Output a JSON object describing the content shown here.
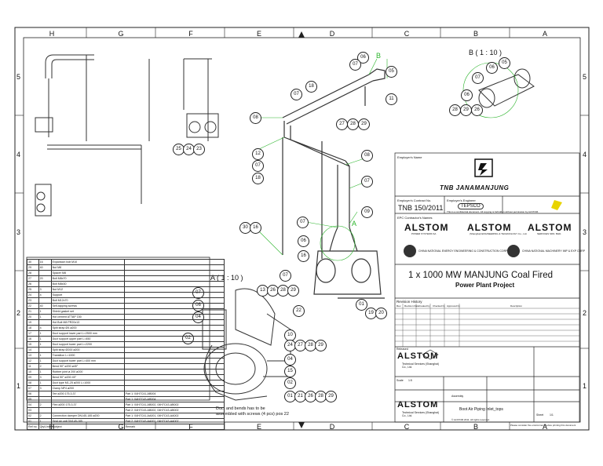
{
  "columns_top": [
    "H",
    "G",
    "F",
    "E",
    "D",
    "C",
    "B",
    "A"
  ],
  "columns_bottom": [
    "H",
    "G",
    "F",
    "E",
    "D",
    "C",
    "B",
    "A"
  ],
  "rows": [
    "5",
    "4",
    "3",
    "2",
    "1"
  ],
  "views": {
    "detail_b": "B ( 1 : 10 )",
    "detail_a": "A ( 1 : 10 )",
    "marker_b": "B",
    "marker_a": "A"
  },
  "callouts": {
    "main": [
      "06",
      "07",
      "05",
      "18",
      "07",
      "11",
      "27",
      "28",
      "29",
      "25",
      "24",
      "23",
      "08",
      "12",
      "07",
      "18",
      "08",
      "07",
      "09",
      "30",
      "16",
      "07",
      "06",
      "16",
      "01",
      "19",
      "20"
    ],
    "detail_b": [
      "06",
      "05",
      "07",
      "06",
      "28",
      "29",
      "26"
    ],
    "detail_a": [
      "07",
      "13",
      "26",
      "28",
      "29",
      "07",
      "06",
      "04",
      "22",
      "02",
      "10",
      "24",
      "27",
      "28",
      "29",
      "04",
      "15",
      "02",
      "01",
      "21",
      "26",
      "28",
      "29"
    ]
  },
  "note": [
    "Duct and bends has to be",
    "assembled with screws (4 pcs) pos 22"
  ],
  "bom": {
    "rows": [
      [
        "30",
        "16",
        "Expansion bolt M10",
        ""
      ],
      [
        "29",
        "40",
        "Nut M8",
        ""
      ],
      [
        "28",
        "",
        "Spacer M8",
        ""
      ],
      [
        "27",
        "20",
        "Bolt M8x70",
        ""
      ],
      [
        "26",
        "",
        "Bolt M8x30",
        ""
      ],
      [
        "25",
        "3",
        "Nut M12",
        ""
      ],
      [
        "24",
        "4",
        "Support",
        ""
      ],
      [
        "23",
        "",
        "Bolt M12x70",
        ""
      ],
      [
        "22",
        "40",
        "Self-tapping screws",
        ""
      ],
      [
        "21",
        "1",
        "Shield gasket set",
        ""
      ],
      [
        "20",
        "1",
        "Hot cement ATTAP 150",
        ""
      ],
      [
        "19",
        "",
        "Hot Bolt M8 PR20x13",
        ""
      ],
      [
        "18",
        "4",
        "Split strap Ø4 ø200",
        ""
      ],
      [
        "17",
        "1",
        "Duct support lower part L=2500 mm",
        ""
      ],
      [
        "16",
        "1",
        "Duct support upper part L=450",
        ""
      ],
      [
        "15",
        "1",
        "Duct support tower part L=2200",
        ""
      ],
      [
        "14",
        "",
        "Split strap Ø200 ø200",
        ""
      ],
      [
        "13",
        "1",
        "Transition L=1000",
        ""
      ],
      [
        "12",
        "1",
        "Duct support tower part L=400 mm",
        ""
      ],
      [
        "11",
        "2",
        "Bend 90° ø200 ø45°",
        ""
      ],
      [
        "10",
        "1",
        "Rubber joint ø 200 ø200",
        ""
      ],
      [
        "09",
        "3",
        "Bend 90° ø200 45°",
        ""
      ],
      [
        "08",
        "1",
        "Duct type M1-25 ø200 L=1000",
        ""
      ],
      [
        "07",
        "3",
        "Clamp NP4 ø200",
        ""
      ],
      [
        "06",
        "",
        "Tee ø200 175.3.37",
        "Part 1: 04H7C41-AB004"
      ],
      [
        "05",
        "",
        "",
        "Part 1: 04H7C43-AB004"
      ],
      [
        "04",
        "2",
        "Flex ø200 175.3.37",
        "Part 1: 04H7C41-AB002, 04H7C43-AB002"
      ],
      [
        "03",
        "",
        "",
        "Part 2: 04H7C43-AB002, 04H7C43-AB002"
      ],
      [
        "02",
        "2",
        "Connection damper DN145-185 ø200",
        "Part 1: 04H7C41-AA001, 04H7C43-AA002"
      ],
      [
        "01",
        "1",
        "Seal air unit DN145-185",
        "Part 2: 04H7C43-AA001, 04H7C43-AA002"
      ]
    ],
    "footer": [
      "Ref no.",
      "Qty/Unit",
      "Subject",
      "Remark"
    ]
  },
  "title_block": {
    "employer_label": "Employer's Name",
    "client_logo_text": "TNB JANAMANJUNG",
    "contract_label": "Employer's Contract No.",
    "contract_no": "TNB 150/2011",
    "engineer_label": "Employer's Engineer",
    "engineer_logo": "TEPSCO",
    "disclaimer": "This is a confidential document. All copying is forbidden without permission by ALSTOM.",
    "epc_label": "EPC Contractor's Names",
    "alstom": "ALSTOM",
    "alstom_sub1": "POWER SYSTEMS SA",
    "alstom_sub2": "(Shanghai) ENGINEERING & TECHNOLOGY Co., Ltd.",
    "alstom_sub3": "SERVICES SDN. BHD.",
    "partner1": "CHINA NATIONAL ENERGY ENGINEERING & CONSTRUCTION CORP.",
    "partner2": "CHINA NATIONAL MACHINERY IMP & EXP CORP",
    "project_line1": "1 x 1000 MW MANJUNG Coal Fired",
    "project_line2": "Power Plant Project",
    "revision_title": "Revision History",
    "revision_headers": [
      "Rev.",
      "Revision Date",
      "Created by",
      "Checked by",
      "Approved by",
      "Description"
    ],
    "released": "Released",
    "alstom_tech": "Technical Services (Shanghai) Co., Ltd.",
    "scale_label": "Scale",
    "scale_value": "1:5",
    "drawing_title": "Boot Air Piping Inlet_tops",
    "doc_type": "Assembly",
    "sheet_label": "Sheet",
    "sheet_value": "1/1",
    "copyright": "© ALSTOM 2011. All rights reserved.",
    "footer_right": "Please consider the environment before printing this document"
  }
}
